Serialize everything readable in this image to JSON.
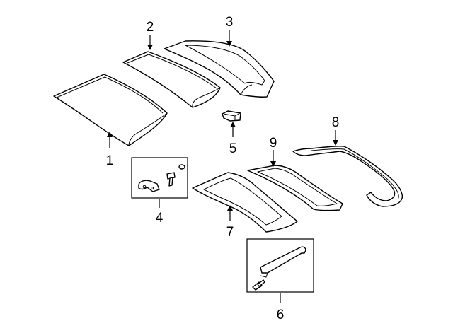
{
  "diagram": {
    "callouts": [
      {
        "id": "1",
        "label": "1"
      },
      {
        "id": "2",
        "label": "2"
      },
      {
        "id": "3",
        "label": "3"
      },
      {
        "id": "4",
        "label": "4"
      },
      {
        "id": "5",
        "label": "5"
      },
      {
        "id": "6",
        "label": "6"
      },
      {
        "id": "7",
        "label": "7"
      },
      {
        "id": "8",
        "label": "8"
      },
      {
        "id": "9",
        "label": "9"
      }
    ],
    "colors": {
      "line": "#000000",
      "background": "#ffffff",
      "shade": "#e6e6e6"
    }
  }
}
